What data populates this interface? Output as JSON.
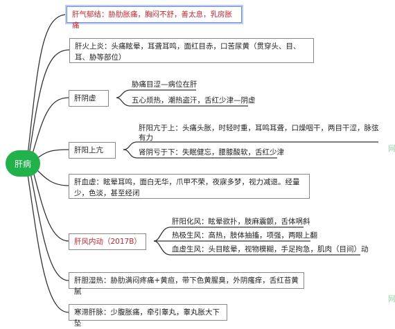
{
  "root": {
    "label": "肝病"
  },
  "branches": [
    {
      "label": "肝气郁结：胁肋胀痛，胸闷不舒，善太息，乳房胀痛"
    },
    {
      "label": "肝火上炎：头痛眩晕，耳聋耳鸣，面红目赤，口苦尿黄（贯穿头、目、耳、胁等部位）"
    },
    {
      "label": "肝阴虚",
      "children": [
        "胁痛目涩—病位在肝",
        "五心烦热，潮热盗汗，舌红少津—阴虚"
      ]
    },
    {
      "label": "肝阳上亢",
      "children": [
        "肝阳亢于上：头痛头胀，时轻时重，耳鸣耳聋，口燥咽干，两目干涩，脉弦有力",
        "肾阴亏于下：失眠健忘，腰膝酸软，舌红少津"
      ]
    },
    {
      "label": "肝血虚：眩晕耳鸣，面白无华，爪甲不荣，夜寐多梦，视力减退。经量少，色淡，甚至经闭"
    },
    {
      "label": "肝风内动（2017B）",
      "children": [
        "肝阳化风：眩晕欲扑，肢麻震颤，舌体㖞斜",
        "热极生风：高热，肢体抽搐，项强，两眼上翻",
        "血虚生风：头目眩晕，视物模糊，手足拘急，肌肉（目间）动"
      ]
    },
    {
      "label": "肝胆湿热：胁肋满闷疼痛+黄疸，带下色黄腥臭，外阴瘙痒，舌红苔黄腻"
    },
    {
      "label": "寒滞肝脉：少腹胀痛，牵引睾丸，睾丸胀大下坠"
    }
  ],
  "watermark": {
    "top": "网",
    "bottom": "网"
  },
  "colors": {
    "root": "#21b24b",
    "line": "#333333",
    "highlight": "#c8262e",
    "selection": "#6f8fd8"
  }
}
